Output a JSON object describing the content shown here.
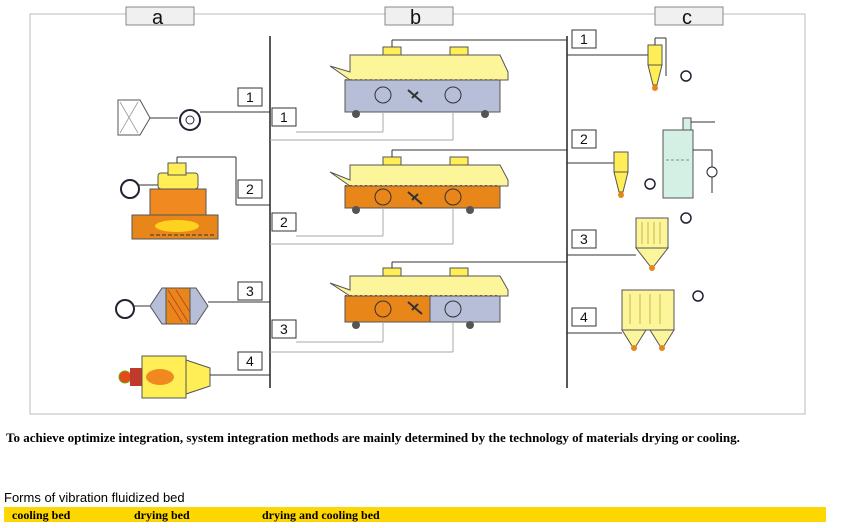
{
  "columns": {
    "a": "a",
    "b": "b",
    "c": "c"
  },
  "nums": {
    "n1": "1",
    "n2": "2",
    "n3": "3",
    "n4": "4"
  },
  "caption": "To achieve optimize integration, system integration methods are mainly determined by the technology of materials drying or cooling.",
  "forms": {
    "title": "Forms of vibration fluidized bed",
    "items": [
      "cooling bed",
      "drying bed",
      "drying and cooling bed"
    ]
  },
  "colors": {
    "orange": "#e8861a",
    "blue_gray": "#b7bfd8",
    "yellow": "#f4e46a",
    "accent_bar": "#ffd700"
  }
}
